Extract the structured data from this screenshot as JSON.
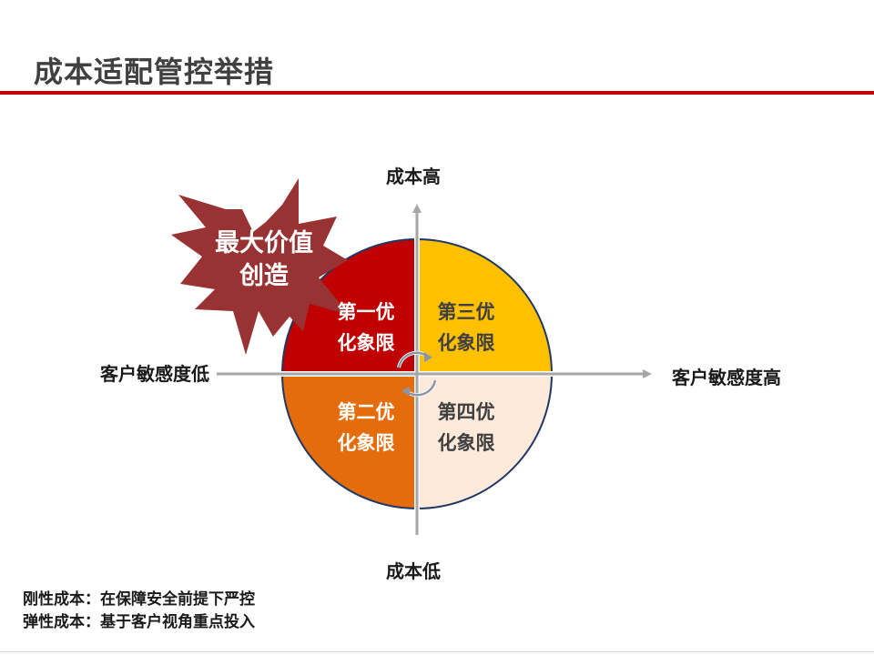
{
  "title": "成本适配管控举措",
  "axes": {
    "top": "成本高",
    "bottom": "成本低",
    "left": "客户敏感度低",
    "right": "客户敏感度高"
  },
  "quadrants": {
    "top_left": {
      "line1": "第一优",
      "line2": "化象限",
      "color": "#c00000"
    },
    "top_right": {
      "line1": "第三优",
      "line2": "化象限",
      "color": "#ffc000"
    },
    "bottom_left": {
      "line1": "第二优",
      "line2": "化象限",
      "color": "#e46c0a"
    },
    "bottom_right": {
      "line1": "第四优",
      "line2": "化象限",
      "color": "#fdeada"
    }
  },
  "burst": {
    "line1": "最大价值",
    "line2": "创造",
    "color": "#993333"
  },
  "notes": [
    "刚性成本：在保障安全前提下严控",
    "弹性成本：基于客户视角重点投入"
  ],
  "colors": {
    "accent": "#c00000",
    "circle_outline": "#1f3864",
    "axis": "#a6a6a6"
  }
}
